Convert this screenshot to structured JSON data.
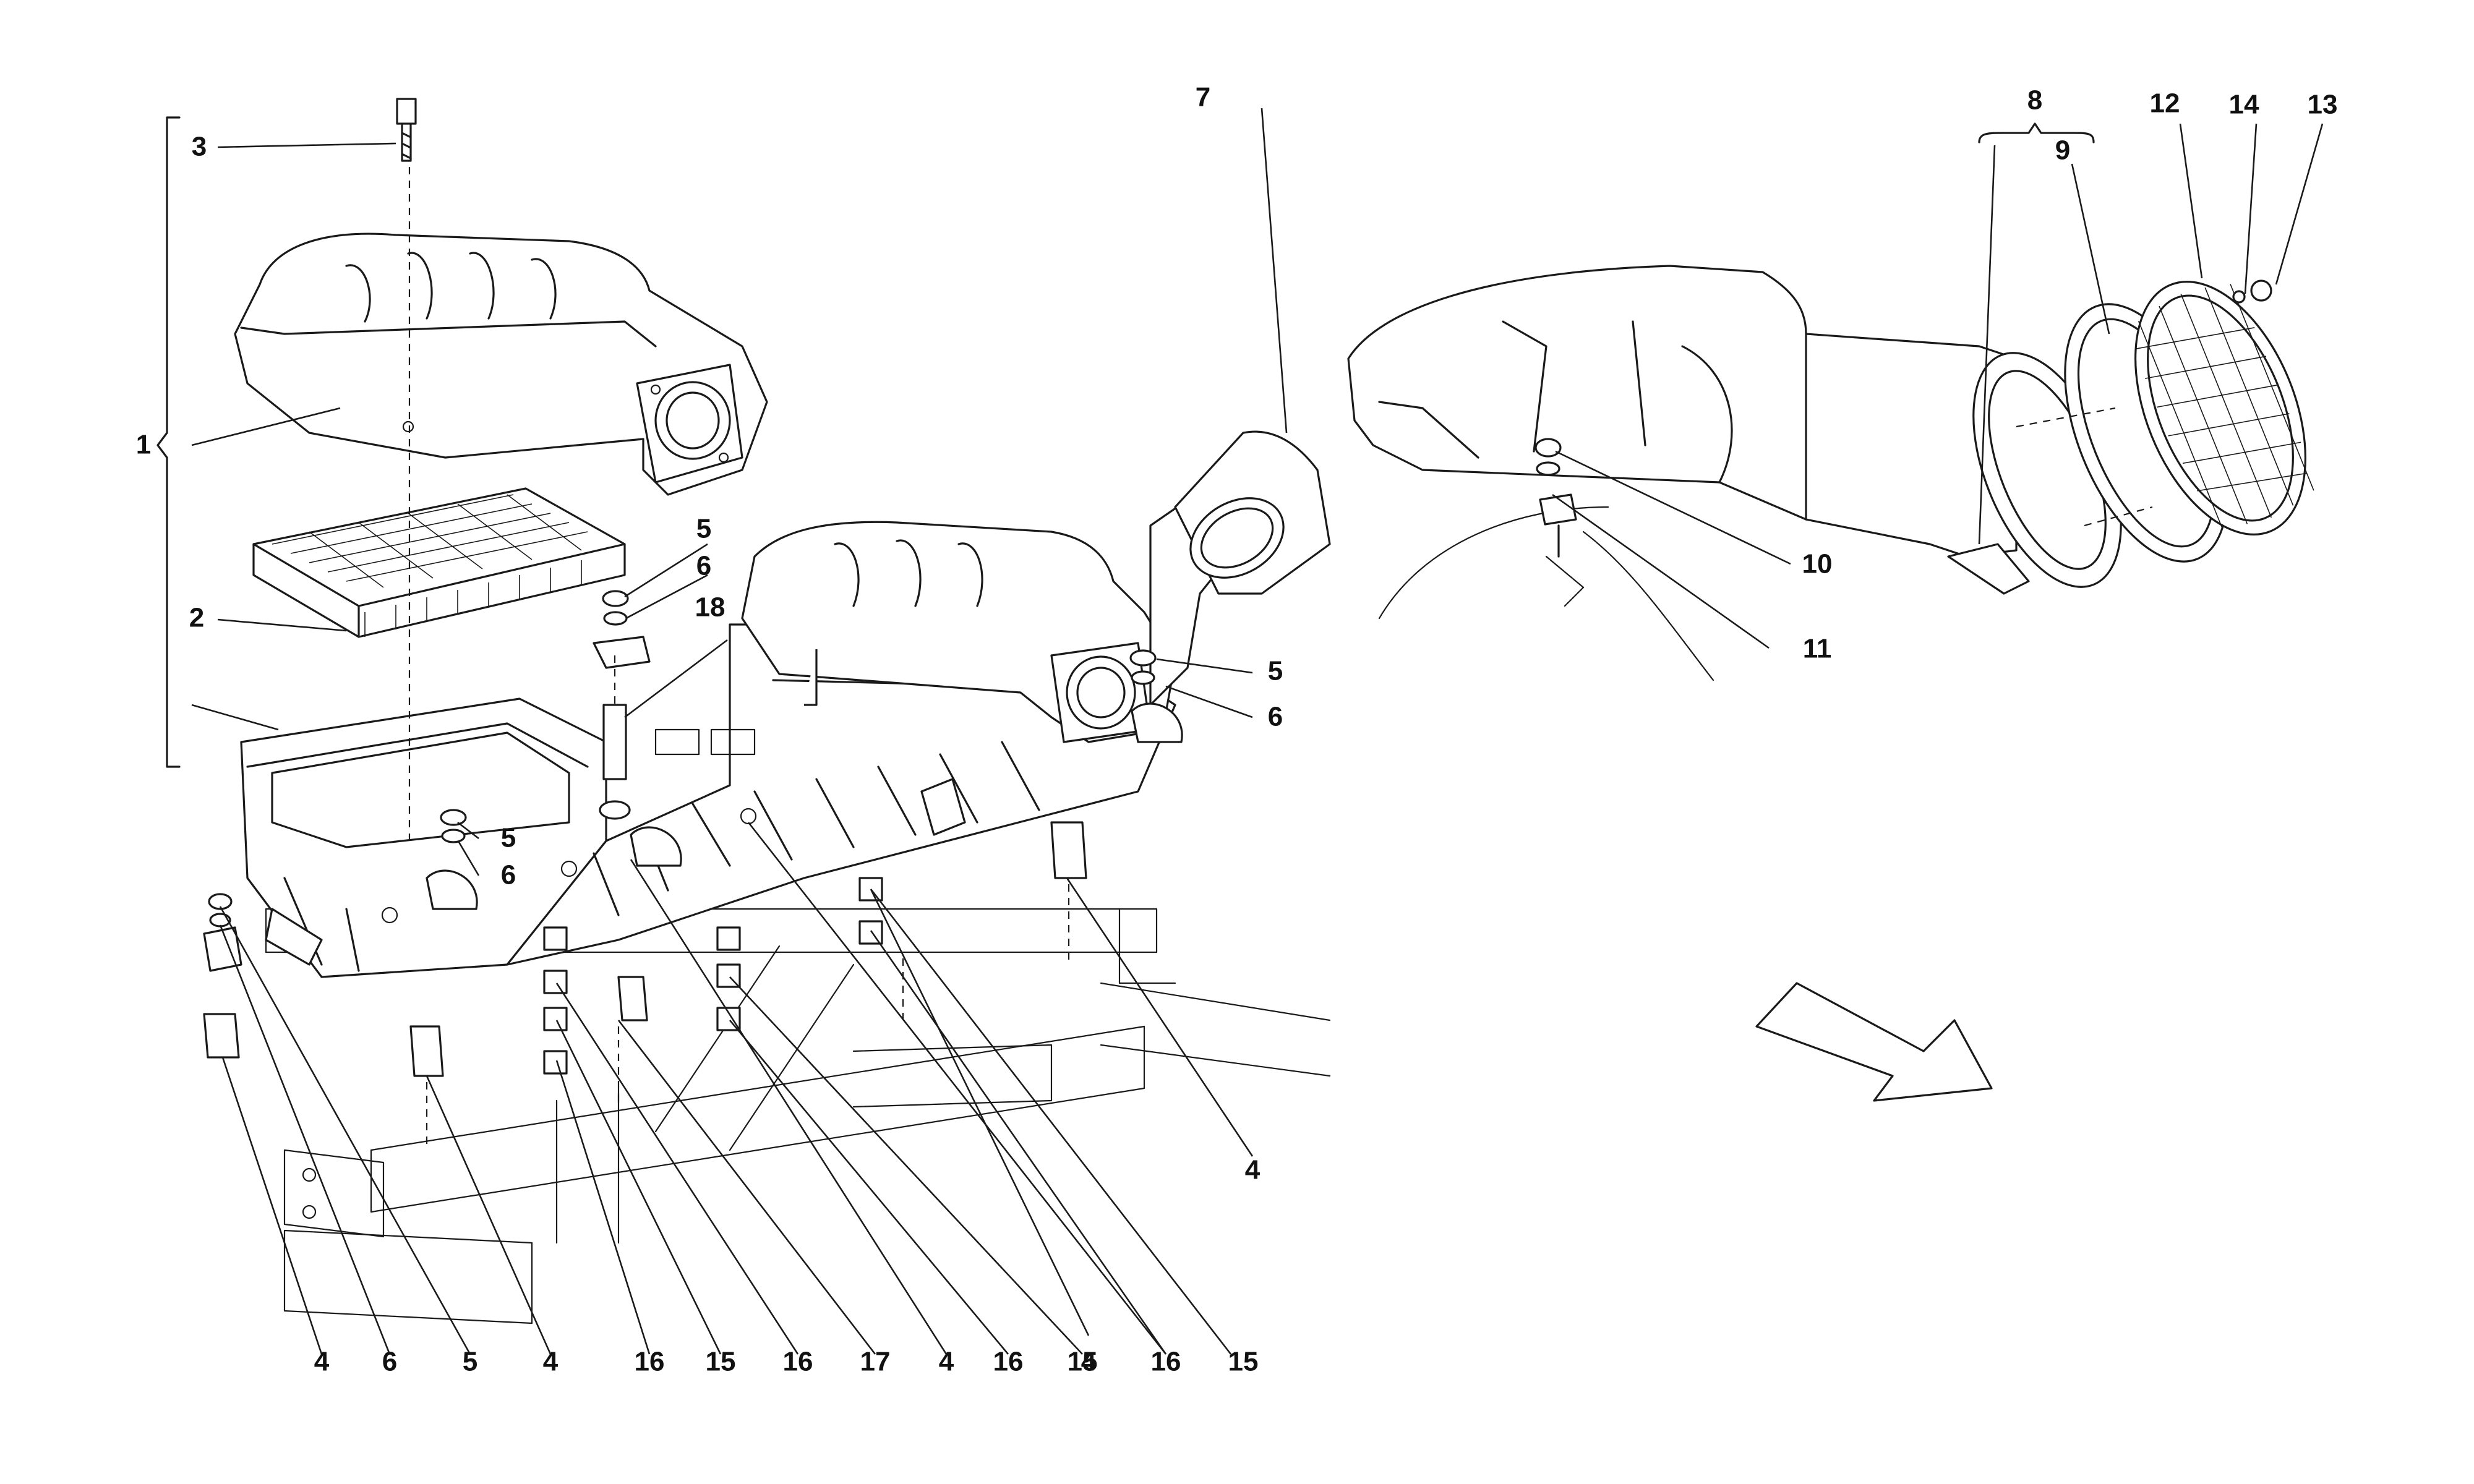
{
  "diagram": {
    "callouts": [
      {
        "id": "c1",
        "label": "1"
      },
      {
        "id": "c2",
        "label": "2"
      },
      {
        "id": "c3",
        "label": "3"
      },
      {
        "id": "c4a",
        "label": "4"
      },
      {
        "id": "c4b",
        "label": "4"
      },
      {
        "id": "c4c",
        "label": "4"
      },
      {
        "id": "c4d",
        "label": "4"
      },
      {
        "id": "c4e",
        "label": "4"
      },
      {
        "id": "c5a",
        "label": "5"
      },
      {
        "id": "c5b",
        "label": "5"
      },
      {
        "id": "c5c",
        "label": "5"
      },
      {
        "id": "c5d",
        "label": "5"
      },
      {
        "id": "c6a",
        "label": "6"
      },
      {
        "id": "c6b",
        "label": "6"
      },
      {
        "id": "c6c",
        "label": "6"
      },
      {
        "id": "c6d",
        "label": "6"
      },
      {
        "id": "c7",
        "label": "7"
      },
      {
        "id": "c8",
        "label": "8"
      },
      {
        "id": "c9",
        "label": "9"
      },
      {
        "id": "c10",
        "label": "10"
      },
      {
        "id": "c11",
        "label": "11"
      },
      {
        "id": "c12",
        "label": "12"
      },
      {
        "id": "c13",
        "label": "13"
      },
      {
        "id": "c14",
        "label": "14"
      },
      {
        "id": "c15a",
        "label": "15"
      },
      {
        "id": "c15b",
        "label": "15"
      },
      {
        "id": "c15c",
        "label": "15"
      },
      {
        "id": "c16a",
        "label": "16"
      },
      {
        "id": "c16b",
        "label": "16"
      },
      {
        "id": "c16c",
        "label": "16"
      },
      {
        "id": "c16d",
        "label": "16"
      },
      {
        "id": "c17",
        "label": "17"
      },
      {
        "id": "c18",
        "label": "18"
      }
    ]
  }
}
